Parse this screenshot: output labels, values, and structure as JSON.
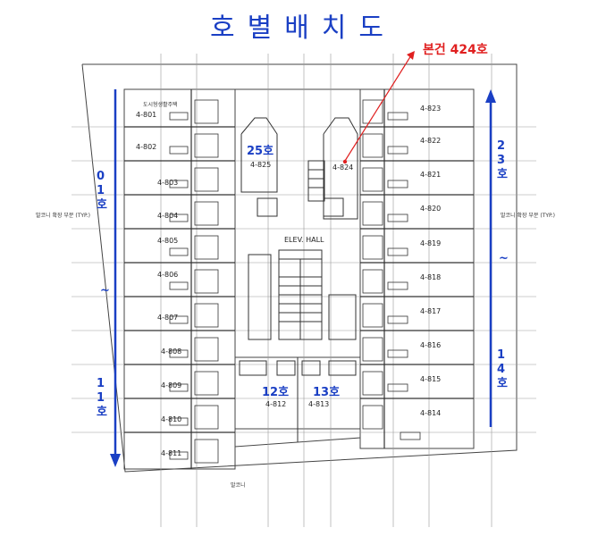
{
  "title": "호별배치도",
  "subject_unit_label": "본건 424호",
  "unit_range_labels": {
    "left_top": "01호",
    "left_tilde": "~",
    "left_bottom": "11호",
    "right_top": "23호",
    "right_tilde": "~",
    "right_bottom": "14호",
    "top_center": "25호",
    "bottom_left": "12호",
    "bottom_right": "13호"
  },
  "unit_numbers": {
    "left": [
      "4-801",
      "4-802",
      "4-803",
      "4-804",
      "4-805",
      "4-806",
      "4-807",
      "4-808",
      "4-809",
      "4-810",
      "4-811"
    ],
    "right": [
      "4-823",
      "4-822",
      "4-821",
      "4-820",
      "4-819",
      "4-818",
      "4-817",
      "4-816",
      "4-815",
      "4-814"
    ],
    "bottom": [
      "4-812",
      "4-813"
    ],
    "center": [
      "4-825",
      "4-824"
    ]
  },
  "annotations": {
    "housing_type": "도시형생활주택",
    "elev_hall": "ELEV. HALL",
    "balcony_left": "발코니 확장 부분 (TYP.)",
    "balcony_right": "발코니 확장 부분 (TYP.)",
    "balcony_bottom": "발코니"
  },
  "colors": {
    "title": "#1a3fc4",
    "range_labels": "#1a3fc4",
    "range_lines": "#1a3fc4",
    "subject": "#e02020",
    "plan_lines": "#333333"
  }
}
